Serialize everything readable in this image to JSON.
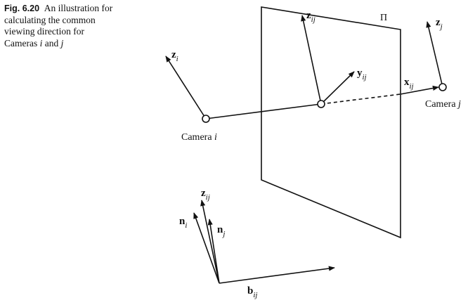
{
  "caption": {
    "figure_label": "Fig. 6.20",
    "line1": "An illustration for",
    "line2": "calculating the common",
    "line3": "viewing direction for",
    "line4_prefix": "Cameras",
    "line4_i": "i",
    "line4_and": "and",
    "line4_j": "j"
  },
  "labels": {
    "plane": "Π",
    "camera_i": {
      "name": "Camera",
      "index": "i"
    },
    "camera_j": {
      "name": "Camera",
      "index": "j"
    },
    "z_i": {
      "base": "z",
      "sub": "i"
    },
    "z_j": {
      "base": "z",
      "sub": "j"
    },
    "z_ij": {
      "base": "z",
      "sub": "ij"
    },
    "y_ij": {
      "base": "y",
      "sub": "ij"
    },
    "x_ij": {
      "base": "x",
      "sub": "ij"
    },
    "n_i": {
      "base": "n",
      "sub": "i"
    },
    "n_j": {
      "base": "n",
      "sub": "j"
    },
    "z_ij_bottom": {
      "base": "z",
      "sub": "ij"
    },
    "b_ij": {
      "base": "b",
      "sub": "ij"
    }
  },
  "colors": {
    "ink": "#111111",
    "background": "#ffffff"
  }
}
